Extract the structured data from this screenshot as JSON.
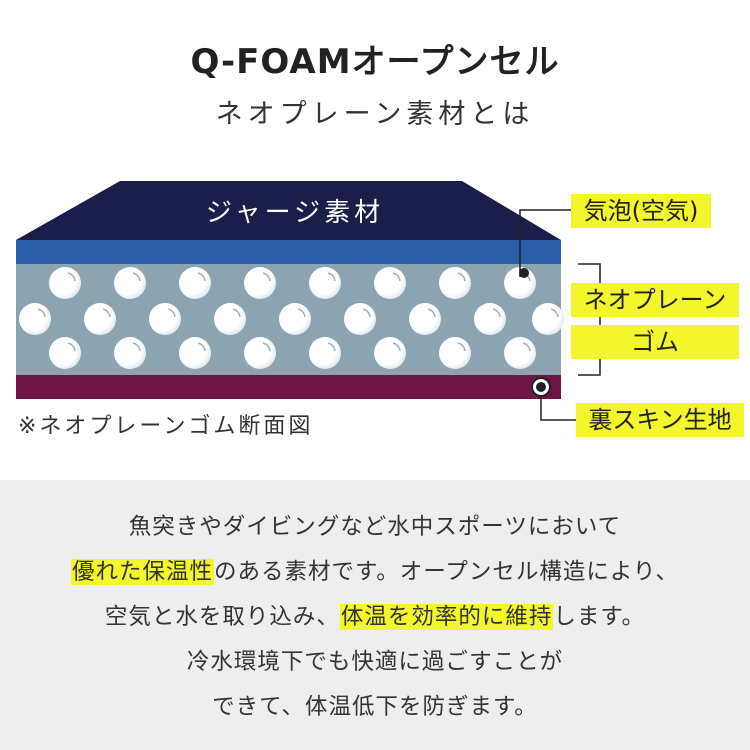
{
  "header": {
    "title": "Q-FOAMオープンセル",
    "subtitle": "ネオプレーン素材とは"
  },
  "diagram": {
    "jersey_label": "ジャージ素材",
    "callouts": {
      "bubble": "気泡(空気)",
      "neoprene_line1": "ネオプレーン",
      "neoprene_line2": "ゴム",
      "back_skin": "裏スキン生地"
    },
    "caption": "※ネオプレーンゴム断面図",
    "colors": {
      "jersey": "#1b1d4a",
      "blue_layer": "#2a5ea8",
      "neoprene": "#8ca4b1",
      "bubble": "#ffffff",
      "back_skin": "#6e1548",
      "highlight": "#f3f62a"
    }
  },
  "description": {
    "line1": "魚突きやダイビングなど水中スポーツにおいて",
    "line2_hl": "優れた保温性",
    "line2_rest": "のある素材です。オープンセル構造により、",
    "line3_pre": "空気と水を取り込み、",
    "line3_hl": "体温を効率的に維持",
    "line3_post": "します。",
    "line4": "冷水環境下でも快適に過ごすことが",
    "line5": "できて、体温低下を防ぎます。"
  }
}
